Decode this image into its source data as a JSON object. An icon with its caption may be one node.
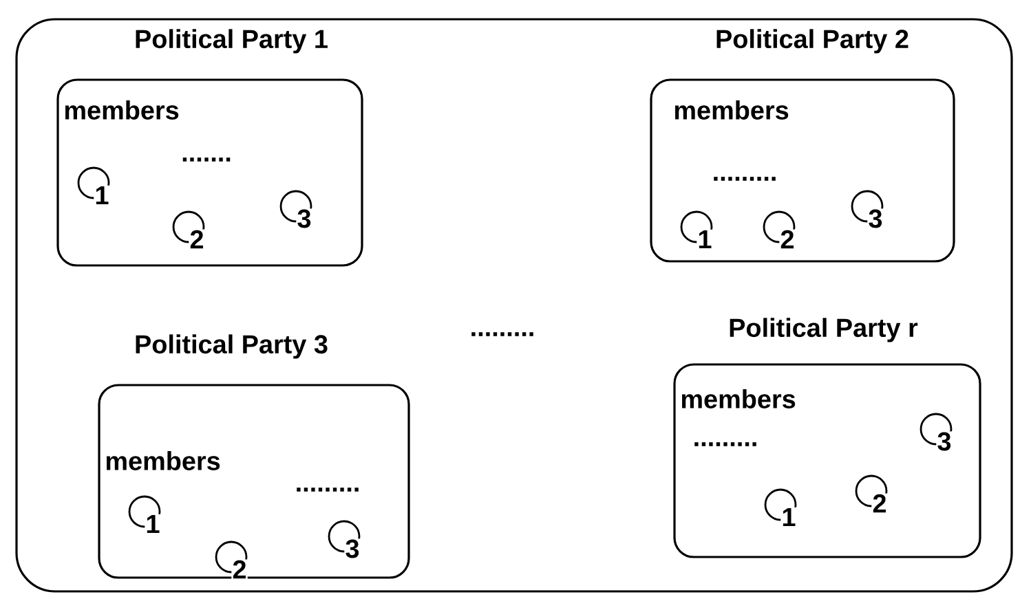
{
  "diagram": {
    "nodes": [
      {
        "text": [],
        "shape": "box"
      },
      {
        "text": [
          "Political Party 1",
          "members",
          "......."
        ],
        "in": 0
      },
      {
        "text": [
          "1"
        ],
        "in": 1
      },
      {
        "text": [
          "2"
        ],
        "in": 1
      },
      {
        "text": [
          "3"
        ],
        "in": 1
      },
      {
        "text": [
          "Political Party 2",
          "members",
          "........."
        ],
        "in": 0
      },
      {
        "text": [
          "1"
        ],
        "in": 5
      },
      {
        "text": [
          "2"
        ],
        "in": 5
      },
      {
        "text": [
          "3"
        ],
        "in": 5
      },
      {
        "text": [
          "Political Party 3",
          "members",
          "........."
        ],
        "in": 0
      },
      {
        "text": [
          "1"
        ],
        "in": 9
      },
      {
        "text": [
          "2"
        ],
        "in": 9
      },
      {
        "text": [
          "3"
        ],
        "in": 9
      },
      {
        "text": [
          "Political Party r",
          "members",
          "........."
        ],
        "in": 0
      },
      {
        "text": [
          "1"
        ],
        "in": 13
      },
      {
        "text": [
          "2"
        ],
        "in": 13
      },
      {
        "text": [
          "3"
        ],
        "in": 13
      }
    ],
    "edges": [],
    "labels": [
      "........."
    ]
  }
}
